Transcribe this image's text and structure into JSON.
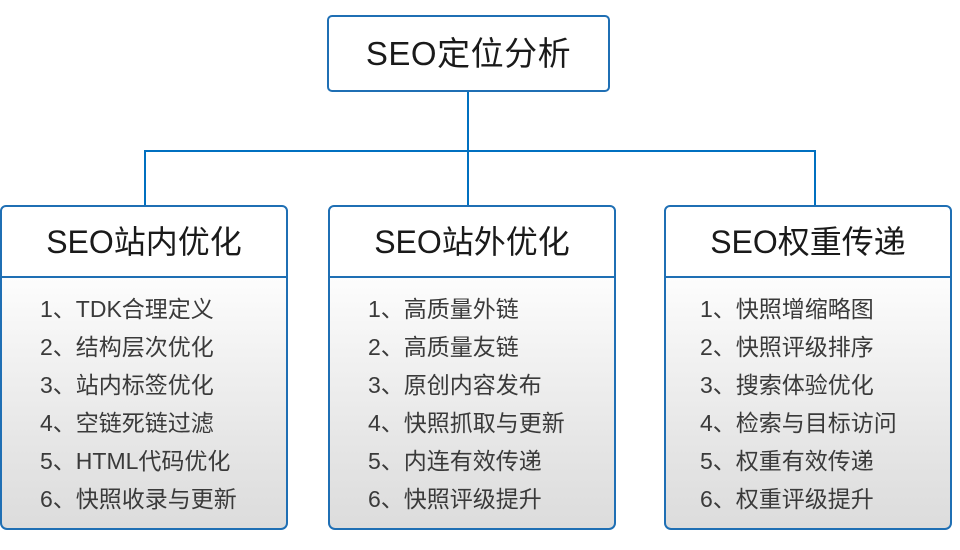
{
  "diagram": {
    "type": "organizational-tree",
    "accent_color": "#1f6fb4",
    "connector_color": "#0070c0",
    "root": {
      "label": "SEO定位分析"
    },
    "branches": [
      {
        "header": "SEO站内优化",
        "items": [
          "1、TDK合理定义",
          "2、结构层次优化",
          "3、站内标签优化",
          "4、空链死链过滤",
          "5、HTML代码优化",
          "6、快照收录与更新"
        ]
      },
      {
        "header": "SEO站外优化",
        "items": [
          "1、高质量外链",
          "2、高质量友链",
          "3、原创内容发布",
          "4、快照抓取与更新",
          "5、内连有效传递",
          "6、快照评级提升"
        ]
      },
      {
        "header": "SEO权重传递",
        "items": [
          "1、快照增缩略图",
          "2、快照评级排序",
          "3、搜索体验优化",
          "4、检索与目标访问",
          "5、权重有效传递",
          "6、权重评级提升"
        ]
      }
    ]
  }
}
